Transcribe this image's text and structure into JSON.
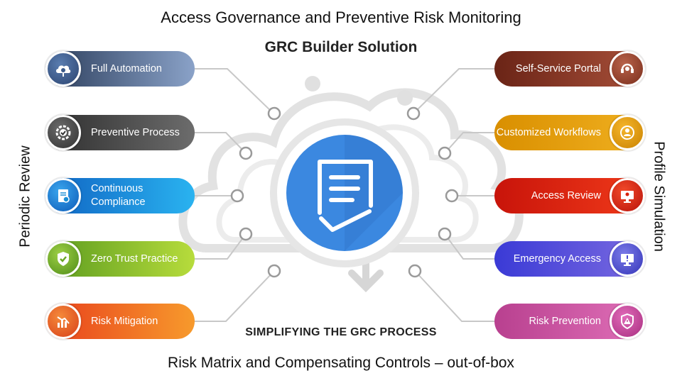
{
  "titles": {
    "top": "Access Governance and Preventive Risk Monitoring",
    "solution": "GRC Builder Solution",
    "tagline": "SIMPLIFYING THE GRC PROCESS",
    "bottom": "Risk Matrix and Compensating Controls – out-of-box"
  },
  "side_labels": {
    "left": "Periodic Review",
    "right": "Profile Simulation"
  },
  "left_items": [
    {
      "label": "Full Automation",
      "icon": "cloud-gear-icon",
      "color": "#3f5e86"
    },
    {
      "label": "Preventive Process",
      "icon": "gear-check-icon",
      "color": "#4a4a4a"
    },
    {
      "label": "Continuous Compliance",
      "icon": "document-check-icon",
      "color": "#1a8fd6"
    },
    {
      "label": "Zero Trust Practice",
      "icon": "shield-check-icon",
      "color": "#7cb62e"
    },
    {
      "label": "Risk Mitigation",
      "icon": "chart-down-icon",
      "color": "#ee5a24"
    }
  ],
  "right_items": [
    {
      "label": "Self-Service Portal",
      "icon": "headset-icon",
      "color": "#8a3a2a"
    },
    {
      "label": "Customized Workflows",
      "icon": "workflow-people-icon",
      "color": "#e8a000"
    },
    {
      "label": "Access Review",
      "icon": "monitor-user-icon",
      "color": "#e01a0a"
    },
    {
      "label": "Emergency Access",
      "icon": "monitor-alert-icon",
      "color": "#5b5bd6"
    },
    {
      "label": "Risk Prevention",
      "icon": "shield-alert-icon",
      "color": "#cc4fa5"
    }
  ],
  "center_icon": "document-check-icon"
}
